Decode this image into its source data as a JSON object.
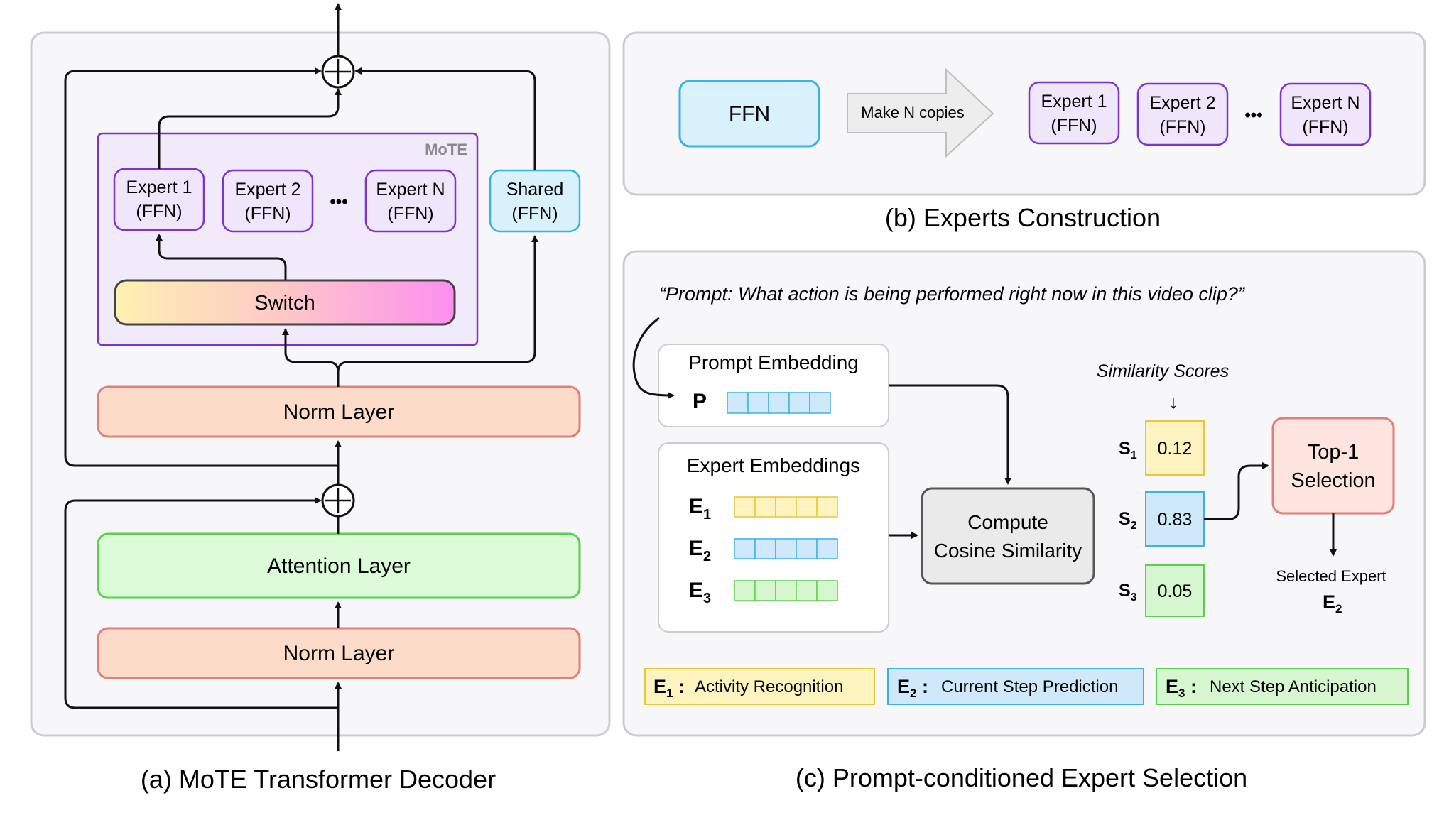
{
  "panel_a": {
    "caption": "(a) MoTE Transformer Decoder",
    "mote_label": "MoTE",
    "expert1_line1": "Expert 1",
    "expert1_line2": "(FFN)",
    "expert2_line1": "Expert 2",
    "expert2_line2": "(FFN)",
    "expertn_line1": "Expert N",
    "expertn_line2": "(FFN)",
    "ellipsis": "•••",
    "shared_line1": "Shared",
    "shared_line2": "(FFN)",
    "switch_label": "Switch",
    "norm_top_label": "Norm Layer",
    "attention_label": "Attention Layer",
    "norm_bottom_label": "Norm Layer"
  },
  "panel_b": {
    "caption": "(b) Experts Construction",
    "ffn_label": "FFN",
    "arrow_label": "Make N copies",
    "copy1_line1": "Expert 1",
    "copy1_line2": "(FFN)",
    "copy2_line1": "Expert 2",
    "copy2_line2": "(FFN)",
    "copyn_line1": "Expert N",
    "copyn_line2": "(FFN)",
    "ellipsis": "•••"
  },
  "panel_c": {
    "caption": "(c) Prompt-conditioned Expert Selection",
    "prompt_text": "“Prompt: What action is being performed right now in this video clip?”",
    "prompt_embedding_title": "Prompt Embedding",
    "p_label": "P",
    "expert_embeddings_title": "Expert Embeddings",
    "e1": "E",
    "e1_sub": "1",
    "e2": "E",
    "e2_sub": "2",
    "e3": "E",
    "e3_sub": "3",
    "cosine_line1": "Compute",
    "cosine_line2": "Cosine Similarity",
    "scores_title": "Similarity Scores",
    "scores_arrow": "↓",
    "s1": "S",
    "s1_sub": "1",
    "s1_value": "0.12",
    "s2": "S",
    "s2_sub": "2",
    "s2_value": "0.83",
    "s3": "S",
    "s3_sub": "3",
    "s3_value": "0.05",
    "top1_line1": "Top-1",
    "top1_line2": "Selection",
    "selected_label": "Selected Expert",
    "selected_e": "E",
    "selected_sub": "2",
    "legend": [
      {
        "e": "E",
        "sub": "1",
        "colon": " :",
        "text": "Activity Recognition"
      },
      {
        "e": "E",
        "sub": "2",
        "colon": " :",
        "text": "Current Step Prediction"
      },
      {
        "e": "E",
        "sub": "3",
        "colon": " :",
        "text": "Next Step Anticipation"
      }
    ]
  },
  "colors": {
    "expert_fill": "#efe6fc",
    "expert_stroke": "#7a33d6",
    "shared_fill": "#d8f1fb",
    "shared_stroke": "#39b2e6",
    "norm_fill": "#fcdcc8",
    "norm_stroke": "#e07e7a",
    "attention_fill": "#dcfcd8",
    "attention_stroke": "#5ccf4c",
    "yellow": "#fdf3bf",
    "blue": "#cfe9fa",
    "green": "#d6f6cf",
    "panel_fill": "#f7f7fa",
    "panel_stroke": "#cccccc"
  }
}
